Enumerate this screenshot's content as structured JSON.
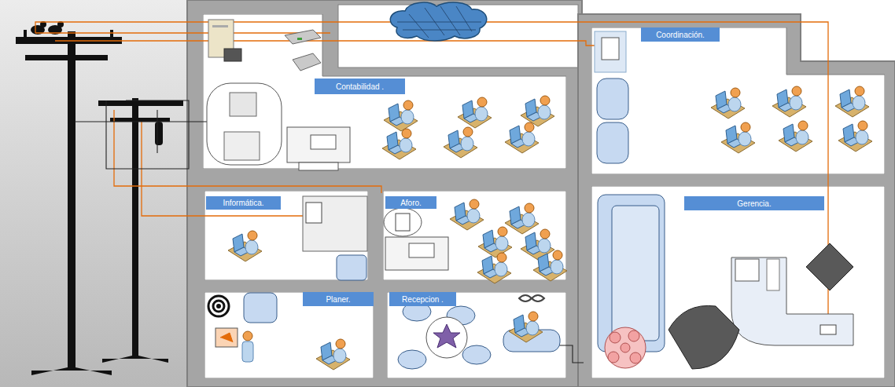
{
  "diagram": {
    "nodes": [
      {
        "text": [
          "Contabilidad ."
        ]
      },
      {
        "text": [
          "Coordinación."
        ]
      },
      {
        "text": [
          "Informática."
        ]
      },
      {
        "text": [
          "Aforo."
        ]
      },
      {
        "text": [
          "Gerencia."
        ]
      },
      {
        "text": [
          "Planer."
        ]
      },
      {
        "text": [
          "Recepcion ."
        ]
      }
    ]
  }
}
